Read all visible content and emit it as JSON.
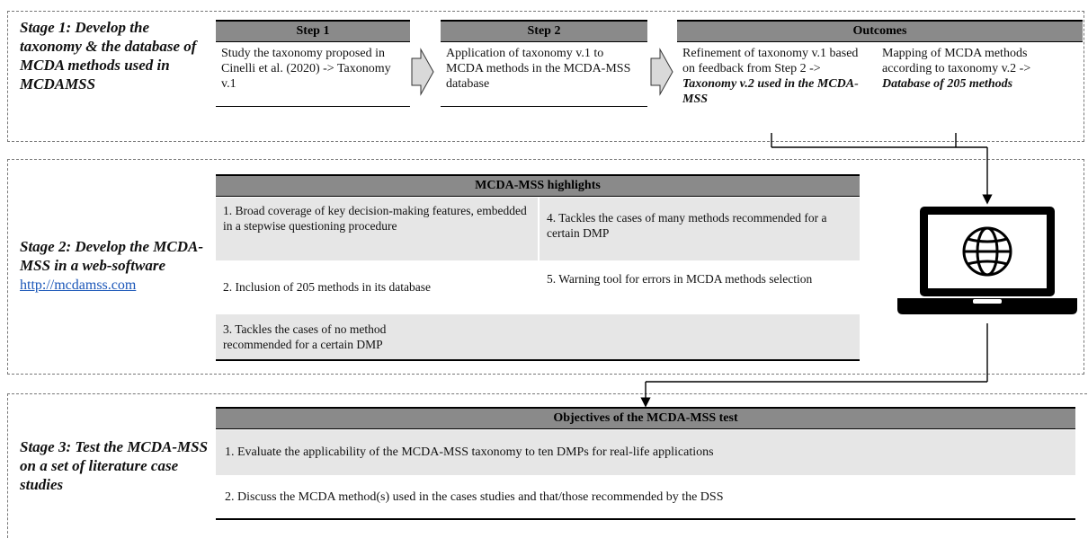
{
  "stage1": {
    "title": "Stage 1: Develop the taxonomy & the database of MCDA methods used in MCDAMSS",
    "step1": {
      "header": "Step 1",
      "text": "Study the taxonomy proposed in Cinelli et al. (2020) -> Taxonomy v.1"
    },
    "step2": {
      "header": "Step 2",
      "text": "Application of taxonomy v.1 to MCDA methods in the MCDA-MSS database"
    },
    "outcomes": {
      "header": "Outcomes",
      "left_plain": "Refinement of taxonomy v.1 based on feedback from Step 2 -> ",
      "left_bold": "Taxonomy v.2 used in the MCDA-MSS",
      "right_plain": "Mapping of MCDA methods according to taxonomy v.2 -> ",
      "right_bold": "Database of 205 methods"
    }
  },
  "stage2": {
    "title": "Stage 2: Develop the MCDA-MSS in a web-software",
    "link": "http://mcdamss.com",
    "highlights_header": "MCDA-MSS highlights",
    "highlights": [
      "1. Broad coverage of key decision-making features, embedded in a stepwise questioning procedure",
      "2. Inclusion of 205 methods in its database",
      "3. Tackles the cases of no method recommended for a certain DMP",
      "4. Tackles the cases of many methods recommended for a certain DMP",
      "5. Warning tool for errors in MCDA methods selection"
    ],
    "laptop_icon": "laptop-globe-icon"
  },
  "stage3": {
    "title": "Stage 3: Test the MCDA-MSS on a set of literature case studies",
    "objectives_header": "Objectives of the MCDA-MSS test",
    "objectives": [
      "1. Evaluate the applicability of the MCDA-MSS taxonomy to ten DMPs for real-life applications",
      "2. Discuss the MCDA method(s) used in the cases studies and that/those recommended by the DSS"
    ]
  },
  "colors": {
    "header_bg": "#8a8a8a",
    "cell_bg": "#e6e6e6",
    "link": "#1a56b8",
    "arrow_fill": "#d9d9d9"
  }
}
